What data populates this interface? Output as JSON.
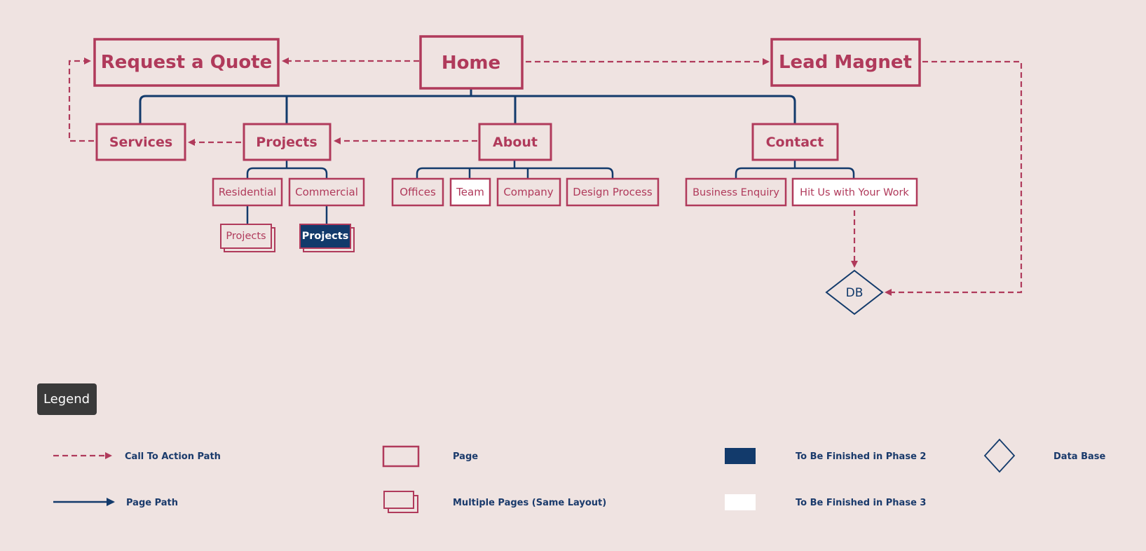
{
  "colors": {
    "background": "#efe3e1",
    "accent": "#b03a5b",
    "navy": "#123a6b",
    "legend_badge": "#3a3a3a",
    "white": "#ffffff"
  },
  "nodes": {
    "home": "Home",
    "request_quote": "Request a Quote",
    "lead_magnet": "Lead Magnet",
    "services": "Services",
    "projects": "Projects",
    "about": "About",
    "contact": "Contact",
    "residential": "Residential",
    "commercial": "Commercial",
    "offices": "Offices",
    "team": "Team",
    "company": "Company",
    "design_process": "Design Process",
    "business_enquiry": "Business Enquiry",
    "hit_us": "Hit Us with Your Work",
    "residential_projects": "Projects",
    "commercial_projects": "Projects",
    "db": "DB"
  },
  "legend": {
    "title": "Legend",
    "cta_path": "Call To Action Path",
    "page_path": "Page Path",
    "page": "Page",
    "multiple_pages": "Multiple Pages (Same Layout)",
    "phase2": "To Be Finished in Phase 2",
    "phase3": "To Be Finished in Phase 3",
    "database": "Data Base"
  }
}
